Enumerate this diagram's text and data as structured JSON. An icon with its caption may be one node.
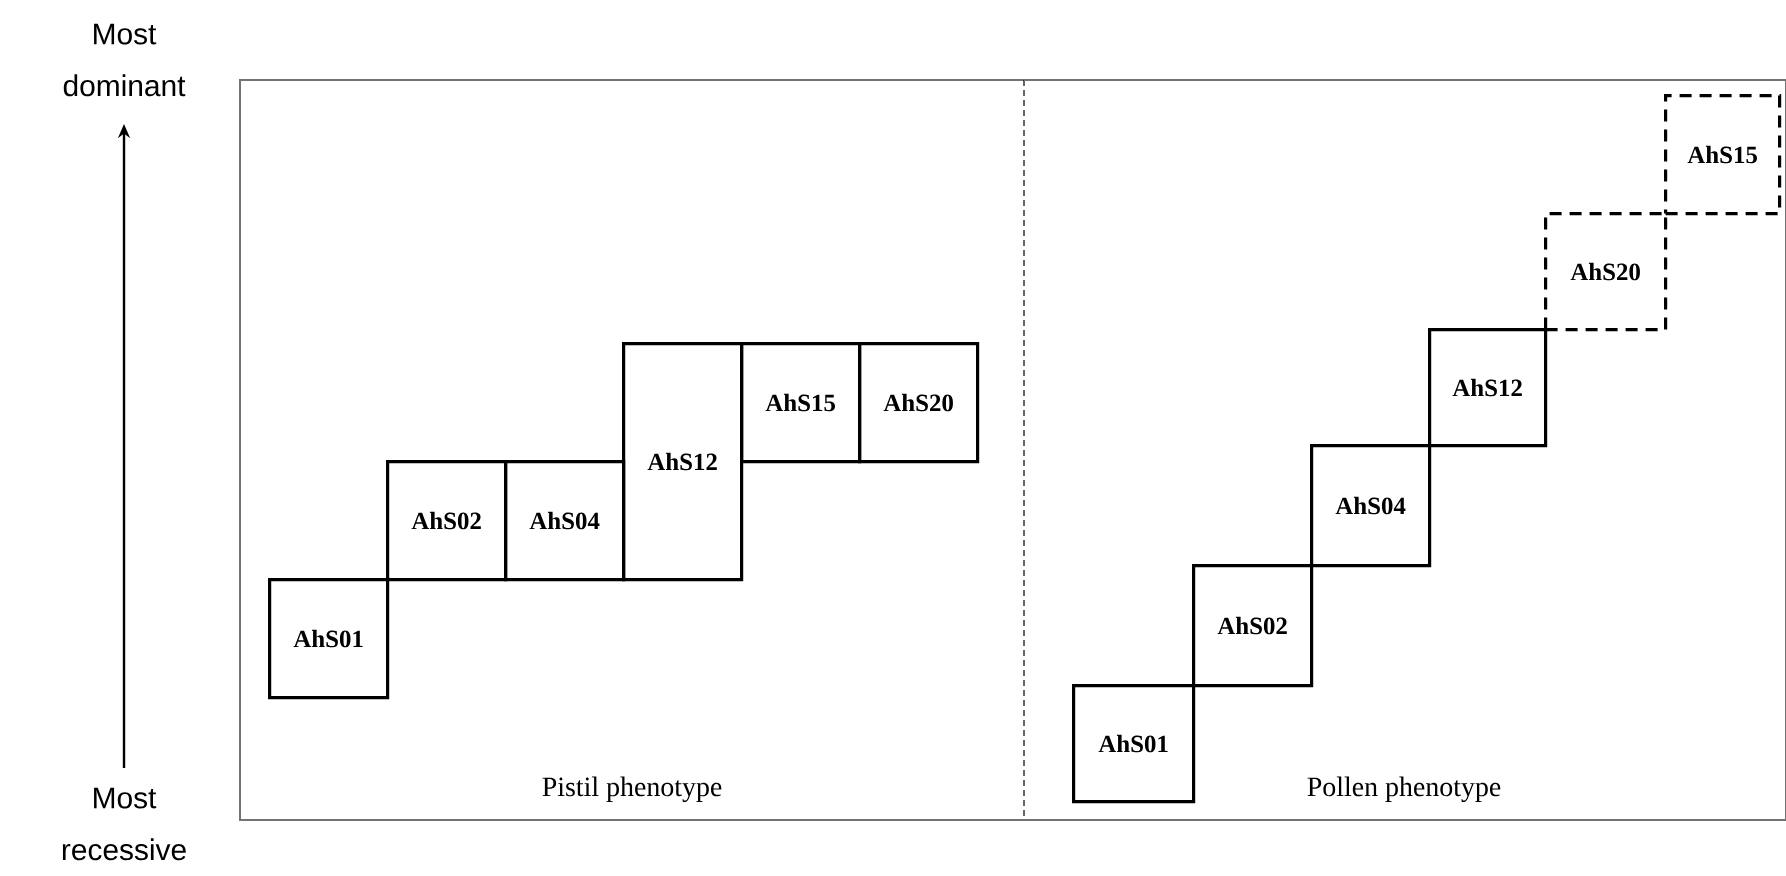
{
  "diagram": {
    "nodes": [
      {
        "text": [
          "Pistil phenotype"
        ]
      },
      {
        "text": [
          "AhS01"
        ],
        "in": 0
      },
      {
        "text": [
          "AhS02"
        ],
        "in": 0
      },
      {
        "text": [
          "AhS04"
        ],
        "in": 0
      },
      {
        "text": [
          "AhS12"
        ],
        "in": 0
      },
      {
        "text": [
          "AhS15"
        ],
        "in": 0
      },
      {
        "text": [
          "AhS20"
        ],
        "in": 0
      },
      {
        "text": [
          "Pollen phenotype"
        ]
      },
      {
        "text": [
          "AhS01"
        ],
        "in": 7
      },
      {
        "text": [
          "AhS02"
        ],
        "in": 7
      },
      {
        "text": [
          "AhS04"
        ],
        "in": 7
      },
      {
        "text": [
          "AhS12"
        ],
        "in": 7
      },
      {
        "text": [
          "AhS20"
        ],
        "in": 7
      },
      {
        "text": [
          "AhS15"
        ],
        "in": 7
      }
    ],
    "edges": [],
    "labels": [
      "Most dominant",
      "Most recessive"
    ]
  }
}
